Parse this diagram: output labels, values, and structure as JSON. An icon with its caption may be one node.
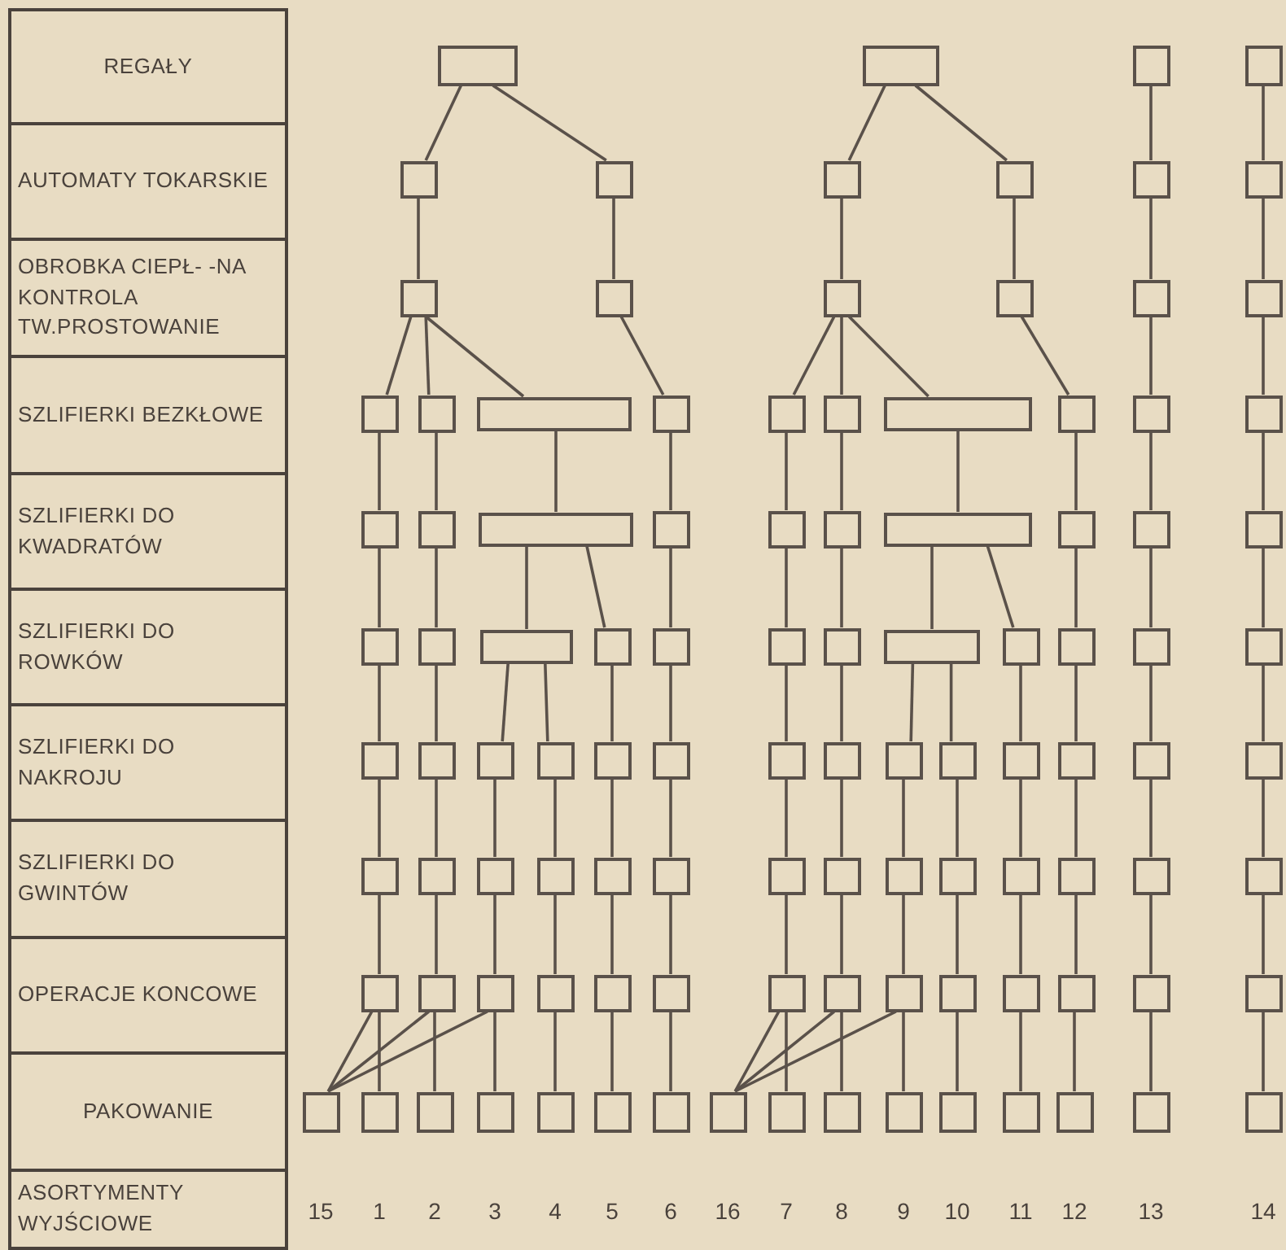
{
  "diagram": {
    "nodes": [
      {
        "text": [
          "REGAŁY"
        ]
      },
      {
        "text": [
          "AUTOMATY TOKARSKIE"
        ]
      },
      {
        "text": [
          "OBROBKA CIEPŁ- -NA KONTROLA TW.PROSTOWANIE"
        ]
      },
      {
        "text": [
          "SZLIFIERKI BEZKŁOWE"
        ]
      },
      {
        "text": [
          "SZLIFIERKI DO KWADRATÓW"
        ]
      },
      {
        "text": [
          "SZLIFIERKI DO ROWKÓW"
        ]
      },
      {
        "text": [
          "SZLIFIERKI DO NAKROJU"
        ]
      },
      {
        "text": [
          "SZLIFIERKI DO GWINTÓW"
        ]
      },
      {
        "text": [
          "OPERACJE KONCOWE"
        ]
      },
      {
        "text": [
          "PAKOWANIE"
        ]
      },
      {
        "text": [
          "ASORTYMENTY WYJŚCIOWE"
        ]
      },
      {
        "text": [],
        "shape": "box"
      },
      {
        "text": [],
        "shape": "box"
      },
      {
        "text": [],
        "shape": "box"
      },
      {
        "text": [],
        "shape": "box"
      },
      {
        "text": [],
        "shape": "box"
      },
      {
        "text": [],
        "shape": "box"
      },
      {
        "text": [],
        "shape": "box"
      },
      {
        "text": [],
        "shape": "box"
      },
      {
        "text": [],
        "shape": "box"
      },
      {
        "text": [],
        "shape": "box"
      },
      {
        "text": [],
        "shape": "box"
      },
      {
        "text": [],
        "shape": "box"
      },
      {
        "text": [],
        "shape": "box"
      },
      {
        "text": [],
        "shape": "box"
      },
      {
        "text": [],
        "shape": "box"
      },
      {
        "text": [],
        "shape": "box"
      },
      {
        "text": [],
        "shape": "box"
      },
      {
        "text": [],
        "shape": "box"
      },
      {
        "text": [],
        "shape": "box"
      },
      {
        "text": [],
        "shape": "box"
      },
      {
        "text": [],
        "shape": "box"
      },
      {
        "text": [],
        "shape": "box"
      },
      {
        "text": [],
        "shape": "box"
      },
      {
        "text": [],
        "shape": "box"
      },
      {
        "text": [],
        "shape": "box"
      },
      {
        "text": [],
        "shape": "box"
      },
      {
        "text": [],
        "shape": "box"
      },
      {
        "text": [],
        "shape": "box"
      },
      {
        "text": [],
        "shape": "box"
      },
      {
        "text": [],
        "shape": "box"
      },
      {
        "text": [],
        "shape": "box"
      },
      {
        "text": [],
        "shape": "box"
      },
      {
        "text": [],
        "shape": "box"
      },
      {
        "text": [],
        "shape": "box"
      },
      {
        "text": [],
        "shape": "box"
      },
      {
        "text": [],
        "shape": "box"
      },
      {
        "text": [],
        "shape": "box"
      },
      {
        "text": [],
        "shape": "box"
      },
      {
        "text": [],
        "shape": "box"
      },
      {
        "text": [],
        "shape": "box"
      },
      {
        "text": [],
        "shape": "box"
      },
      {
        "text": [],
        "shape": "box"
      },
      {
        "text": [],
        "shape": "box"
      },
      {
        "text": [],
        "shape": "box"
      },
      {
        "text": [],
        "shape": "box"
      },
      {
        "text": [],
        "shape": "box"
      },
      {
        "text": [],
        "shape": "box"
      },
      {
        "text": [],
        "shape": "box"
      },
      {
        "text": [],
        "shape": "box"
      },
      {
        "text": [],
        "shape": "box"
      },
      {
        "text": [],
        "shape": "box"
      },
      {
        "text": [],
        "shape": "box"
      },
      {
        "text": [],
        "shape": "box"
      },
      {
        "text": [],
        "shape": "box"
      },
      {
        "text": [],
        "shape": "box"
      },
      {
        "text": [],
        "shape": "box"
      },
      {
        "text": [],
        "shape": "box"
      },
      {
        "text": [],
        "shape": "box"
      },
      {
        "text": [],
        "shape": "box"
      },
      {
        "text": [],
        "shape": "box"
      },
      {
        "text": [],
        "shape": "box"
      },
      {
        "text": [],
        "shape": "box"
      },
      {
        "text": [],
        "shape": "box"
      },
      {
        "text": [],
        "shape": "box"
      },
      {
        "text": [],
        "shape": "box"
      },
      {
        "text": [],
        "shape": "box"
      },
      {
        "text": [],
        "shape": "box"
      },
      {
        "text": [],
        "shape": "box"
      },
      {
        "text": [],
        "shape": "box"
      },
      {
        "text": [],
        "shape": "box"
      },
      {
        "text": [],
        "shape": "box"
      },
      {
        "text": [],
        "shape": "box"
      },
      {
        "text": [],
        "shape": "box"
      },
      {
        "text": [],
        "shape": "box"
      },
      {
        "text": [],
        "shape": "box"
      },
      {
        "text": [],
        "shape": "box"
      },
      {
        "text": [],
        "shape": "box"
      },
      {
        "text": [],
        "shape": "box"
      },
      {
        "text": [],
        "shape": "box"
      },
      {
        "text": [],
        "shape": "box"
      },
      {
        "text": [],
        "shape": "box"
      },
      {
        "text": [],
        "shape": "box"
      },
      {
        "text": [],
        "shape": "box"
      },
      {
        "text": [],
        "shape": "box"
      },
      {
        "text": [],
        "shape": "box"
      },
      {
        "text": [],
        "shape": "box"
      },
      {
        "text": [],
        "shape": "box"
      },
      {
        "text": [],
        "shape": "box"
      },
      {
        "text": [],
        "shape": "box"
      },
      {
        "text": [],
        "shape": "box"
      },
      {
        "text": [],
        "shape": "box"
      },
      {
        "text": [],
        "shape": "box"
      },
      {
        "text": [],
        "shape": "box"
      },
      {
        "text": [],
        "shape": "box"
      },
      {
        "text": [],
        "shape": "box"
      },
      {
        "text": [],
        "shape": "box"
      },
      {
        "text": [],
        "shape": "box"
      },
      {
        "text": [],
        "shape": "box"
      },
      {
        "text": [],
        "shape": "box"
      },
      {
        "text": [],
        "shape": "box"
      },
      {
        "text": [],
        "shape": "box"
      },
      {
        "text": [],
        "shape": "box"
      },
      {
        "text": [],
        "shape": "box"
      },
      {
        "text": [],
        "shape": "box"
      },
      {
        "text": [],
        "shape": "box"
      },
      {
        "text": [],
        "shape": "box"
      }
    ],
    "edges": [
      {
        "from": 11,
        "to": 15,
        "arrow": "none"
      },
      {
        "from": 11,
        "to": 16,
        "arrow": "none"
      },
      {
        "from": 12,
        "to": 17,
        "arrow": "none"
      },
      {
        "from": 12,
        "to": 18,
        "arrow": "none"
      },
      {
        "from": 13,
        "to": 19,
        "arrow": "none"
      },
      {
        "from": 14,
        "to": 20,
        "arrow": "none"
      },
      {
        "from": 15,
        "to": 21,
        "arrow": "none"
      },
      {
        "from": 16,
        "to": 22,
        "arrow": "none"
      },
      {
        "from": 17,
        "to": 23,
        "arrow": "none"
      },
      {
        "from": 18,
        "to": 24,
        "arrow": "none"
      },
      {
        "from": 19,
        "to": 25,
        "arrow": "none"
      },
      {
        "from": 20,
        "to": 26,
        "arrow": "none"
      },
      {
        "from": 21,
        "to": 27,
        "arrow": "none"
      },
      {
        "from": 21,
        "to": 28,
        "arrow": "none"
      },
      {
        "from": 21,
        "to": 29,
        "arrow": "none"
      },
      {
        "from": 22,
        "to": 30,
        "arrow": "none"
      },
      {
        "from": 23,
        "to": 31,
        "arrow": "none"
      },
      {
        "from": 23,
        "to": 32,
        "arrow": "none"
      },
      {
        "from": 23,
        "to": 33,
        "arrow": "none"
      },
      {
        "from": 24,
        "to": 34,
        "arrow": "none"
      },
      {
        "from": 25,
        "to": 35,
        "arrow": "none"
      },
      {
        "from": 26,
        "to": 36,
        "arrow": "none"
      },
      {
        "from": 27,
        "to": 37,
        "arrow": "none"
      },
      {
        "from": 28,
        "to": 38,
        "arrow": "none"
      },
      {
        "from": 29,
        "to": 39,
        "arrow": "none"
      },
      {
        "from": 30,
        "to": 40,
        "arrow": "none"
      },
      {
        "from": 31,
        "to": 41,
        "arrow": "none"
      },
      {
        "from": 32,
        "to": 42,
        "arrow": "none"
      },
      {
        "from": 33,
        "to": 43,
        "arrow": "none"
      },
      {
        "from": 34,
        "to": 44,
        "arrow": "none"
      },
      {
        "from": 35,
        "to": 45,
        "arrow": "none"
      },
      {
        "from": 36,
        "to": 46,
        "arrow": "none"
      },
      {
        "from": 37,
        "to": 47,
        "arrow": "none"
      },
      {
        "from": 38,
        "to": 48,
        "arrow": "none"
      },
      {
        "from": 39,
        "to": 49,
        "arrow": "none"
      },
      {
        "from": 39,
        "to": 50,
        "arrow": "none"
      },
      {
        "from": 40,
        "to": 51,
        "arrow": "none"
      },
      {
        "from": 41,
        "to": 52,
        "arrow": "none"
      },
      {
        "from": 42,
        "to": 53,
        "arrow": "none"
      },
      {
        "from": 43,
        "to": 54,
        "arrow": "none"
      },
      {
        "from": 43,
        "to": 55,
        "arrow": "none"
      },
      {
        "from": 44,
        "to": 56,
        "arrow": "none"
      },
      {
        "from": 45,
        "to": 57,
        "arrow": "none"
      },
      {
        "from": 46,
        "to": 58,
        "arrow": "none"
      },
      {
        "from": 47,
        "to": 59,
        "arrow": "none"
      },
      {
        "from": 48,
        "to": 60,
        "arrow": "none"
      },
      {
        "from": 49,
        "to": 61,
        "arrow": "none"
      },
      {
        "from": 49,
        "to": 62,
        "arrow": "none"
      },
      {
        "from": 50,
        "to": 63,
        "arrow": "none"
      },
      {
        "from": 51,
        "to": 64,
        "arrow": "none"
      },
      {
        "from": 52,
        "to": 65,
        "arrow": "none"
      },
      {
        "from": 53,
        "to": 66,
        "arrow": "none"
      },
      {
        "from": 54,
        "to": 67,
        "arrow": "none"
      },
      {
        "from": 54,
        "to": 68,
        "arrow": "none"
      },
      {
        "from": 55,
        "to": 69,
        "arrow": "none"
      },
      {
        "from": 56,
        "to": 70,
        "arrow": "none"
      },
      {
        "from": 57,
        "to": 71,
        "arrow": "none"
      },
      {
        "from": 58,
        "to": 72,
        "arrow": "none"
      },
      {
        "from": 59,
        "to": 73,
        "arrow": "none"
      },
      {
        "from": 60,
        "to": 74,
        "arrow": "none"
      },
      {
        "from": 61,
        "to": 75,
        "arrow": "none"
      },
      {
        "from": 62,
        "to": 76,
        "arrow": "none"
      },
      {
        "from": 63,
        "to": 77,
        "arrow": "none"
      },
      {
        "from": 64,
        "to": 78,
        "arrow": "none"
      },
      {
        "from": 65,
        "to": 79,
        "arrow": "none"
      },
      {
        "from": 66,
        "to": 80,
        "arrow": "none"
      },
      {
        "from": 67,
        "to": 81,
        "arrow": "none"
      },
      {
        "from": 68,
        "to": 82,
        "arrow": "none"
      },
      {
        "from": 69,
        "to": 83,
        "arrow": "none"
      },
      {
        "from": 70,
        "to": 84,
        "arrow": "none"
      },
      {
        "from": 71,
        "to": 85,
        "arrow": "none"
      },
      {
        "from": 72,
        "to": 86,
        "arrow": "none"
      },
      {
        "from": 73,
        "to": 87,
        "arrow": "none"
      },
      {
        "from": 74,
        "to": 88,
        "arrow": "none"
      },
      {
        "from": 75,
        "to": 89,
        "arrow": "none"
      },
      {
        "from": 76,
        "to": 90,
        "arrow": "none"
      },
      {
        "from": 77,
        "to": 91,
        "arrow": "none"
      },
      {
        "from": 78,
        "to": 92,
        "arrow": "none"
      },
      {
        "from": 79,
        "to": 93,
        "arrow": "none"
      },
      {
        "from": 80,
        "to": 94,
        "arrow": "none"
      },
      {
        "from": 81,
        "to": 95,
        "arrow": "none"
      },
      {
        "from": 82,
        "to": 96,
        "arrow": "none"
      },
      {
        "from": 83,
        "to": 97,
        "arrow": "none"
      },
      {
        "from": 84,
        "to": 98,
        "arrow": "none"
      },
      {
        "from": 85,
        "to": 99,
        "arrow": "none"
      },
      {
        "from": 86,
        "to": 100,
        "arrow": "none"
      },
      {
        "from": 87,
        "to": 101,
        "arrow": "none"
      },
      {
        "from": 88,
        "to": 101,
        "arrow": "none"
      },
      {
        "from": 89,
        "to": 101,
        "arrow": "none"
      },
      {
        "from": 87,
        "to": 102,
        "arrow": "none"
      },
      {
        "from": 88,
        "to": 103,
        "arrow": "none"
      },
      {
        "from": 89,
        "to": 104,
        "arrow": "none"
      },
      {
        "from": 90,
        "to": 105,
        "arrow": "none"
      },
      {
        "from": 91,
        "to": 106,
        "arrow": "none"
      },
      {
        "from": 92,
        "to": 107,
        "arrow": "none"
      },
      {
        "from": 93,
        "to": 108,
        "arrow": "none"
      },
      {
        "from": 94,
        "to": 108,
        "arrow": "none"
      },
      {
        "from": 95,
        "to": 108,
        "arrow": "none"
      },
      {
        "from": 93,
        "to": 109,
        "arrow": "none"
      },
      {
        "from": 94,
        "to": 110,
        "arrow": "none"
      },
      {
        "from": 95,
        "to": 111,
        "arrow": "none"
      },
      {
        "from": 96,
        "to": 112,
        "arrow": "none"
      },
      {
        "from": 97,
        "to": 113,
        "arrow": "none"
      },
      {
        "from": 98,
        "to": 114,
        "arrow": "none"
      },
      {
        "from": 99,
        "to": 115,
        "arrow": "none"
      },
      {
        "from": 100,
        "to": 116,
        "arrow": "none"
      }
    ],
    "labels": [
      "15",
      "1",
      "2",
      "3",
      "4",
      "5",
      "6",
      "16",
      "7",
      "8",
      "9",
      "10",
      "11",
      "12",
      "13",
      "14"
    ]
  }
}
